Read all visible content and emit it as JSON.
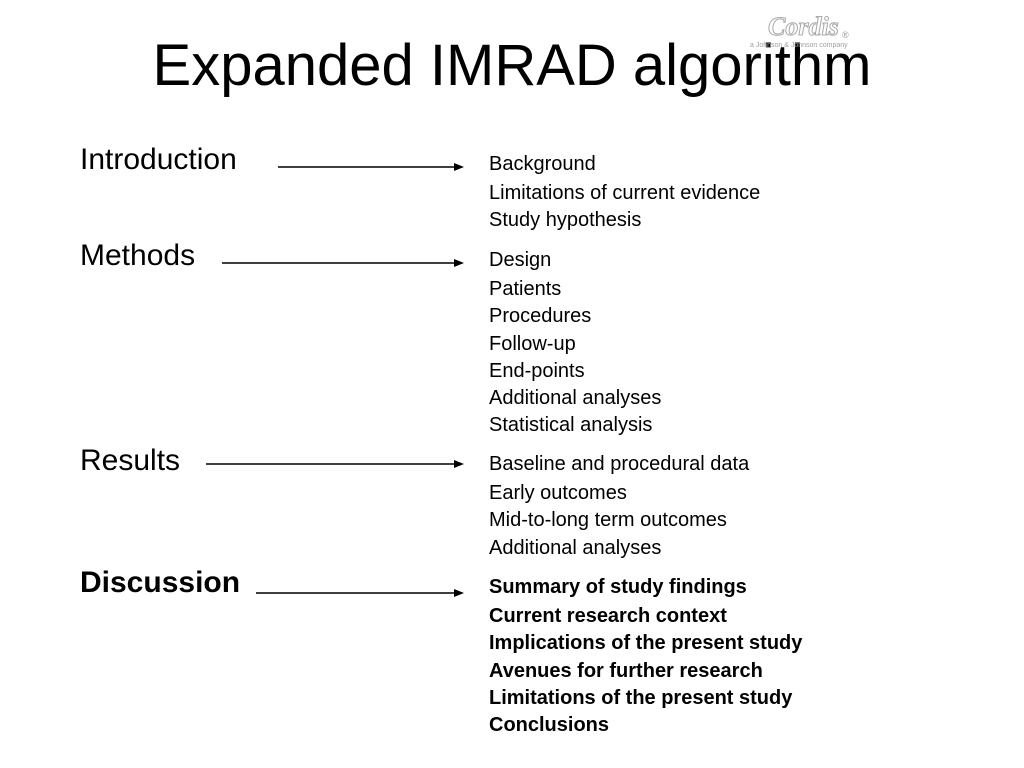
{
  "title": "Expanded IMRAD algorithm",
  "logo": {
    "name": "Cordis",
    "registered_mark": "®",
    "tagline": "a Johnson & Johnson company"
  },
  "sections": [
    {
      "label": "Introduction",
      "bold": false,
      "items": [
        "Background",
        "Limitations of current evidence",
        "Study hypothesis"
      ]
    },
    {
      "label": "Methods",
      "bold": false,
      "items": [
        "Design",
        "Patients",
        "Procedures",
        "Follow-up",
        "End-points",
        "Additional analyses",
        "Statistical analysis"
      ]
    },
    {
      "label": "Results",
      "bold": false,
      "items": [
        "Baseline and procedural data",
        "Early outcomes",
        "Mid-to-long term outcomes",
        "Additional analyses"
      ]
    },
    {
      "label": "Discussion",
      "bold": true,
      "items": [
        "Summary of study findings",
        "Current research context",
        "Implications of the present study",
        "Avenues for further research",
        "Limitations of the present study",
        "Conclusions"
      ]
    }
  ]
}
